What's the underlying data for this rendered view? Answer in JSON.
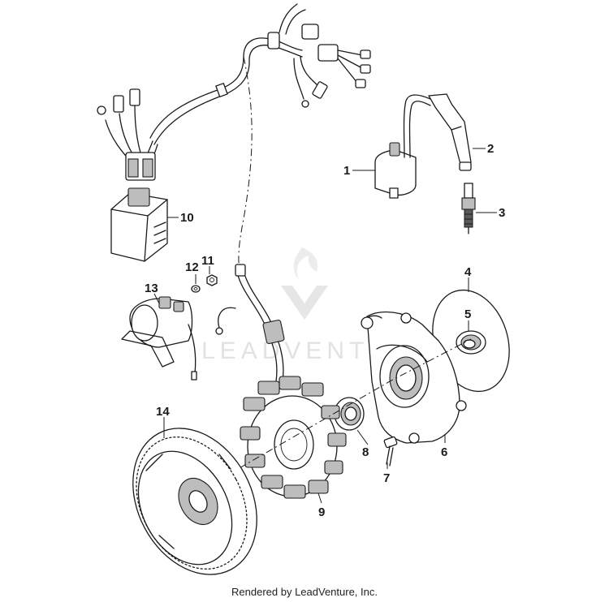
{
  "watermark": {
    "text": "LEADVENTURE"
  },
  "callouts": [
    {
      "id": "1",
      "label": "1"
    },
    {
      "id": "2",
      "label": "2"
    },
    {
      "id": "3",
      "label": "3"
    },
    {
      "id": "4",
      "label": "4"
    },
    {
      "id": "5",
      "label": "5"
    },
    {
      "id": "6",
      "label": "6"
    },
    {
      "id": "7",
      "label": "7"
    },
    {
      "id": "8",
      "label": "8"
    },
    {
      "id": "9",
      "label": "9"
    },
    {
      "id": "10",
      "label": "10"
    },
    {
      "id": "11",
      "label": "11"
    },
    {
      "id": "12",
      "label": "12"
    },
    {
      "id": "13",
      "label": "13"
    },
    {
      "id": "14",
      "label": "14"
    }
  ],
  "footer": {
    "credit": "Rendered by LeadVenture, Inc."
  }
}
